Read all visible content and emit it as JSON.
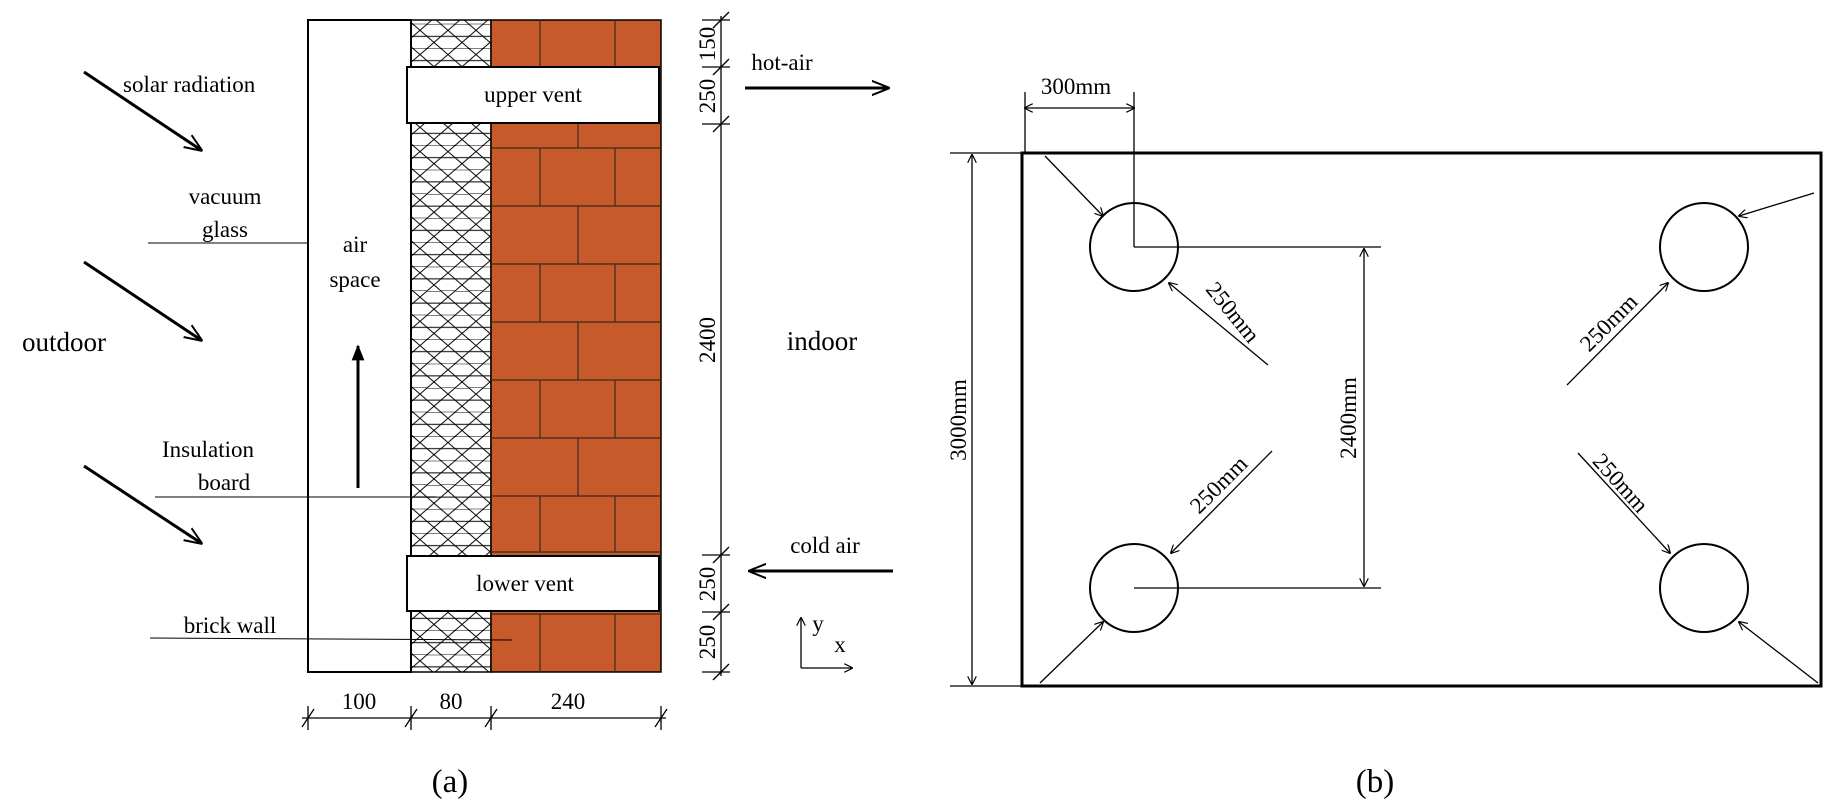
{
  "panel_a": {
    "labels": {
      "solar_radiation": "solar radiation",
      "vacuum": "vacuum",
      "glass": "glass",
      "outdoor": "outdoor",
      "insulation": "Insulation",
      "board": "board",
      "brick_wall": "brick wall",
      "air": "air",
      "space": "space",
      "upper_vent": "upper vent",
      "lower_vent": "lower vent",
      "hot_air": "hot-air",
      "cold_air": "cold air",
      "indoor": "indoor",
      "axis_y": "y",
      "axis_x": "x"
    },
    "dimensions": {
      "d_150": "150",
      "d_250_top": "250",
      "d_2400": "2400",
      "d_250_mid": "250",
      "d_250_bot": "250",
      "d_100": "100",
      "d_80": "80",
      "d_240": "240"
    },
    "colors": {
      "brick": "#C65A2A",
      "mortar": "#3a2a20"
    },
    "caption": "(a)"
  },
  "panel_b": {
    "dimensions": {
      "d_300mm": "300mm",
      "d_3000mm": "3000mm",
      "d_2400mm": "2400mm",
      "d_250mm_1": "250mm",
      "d_250mm_2": "250mm",
      "d_250mm_3": "250mm",
      "d_250mm_4": "250mm"
    },
    "caption": "(b)"
  }
}
